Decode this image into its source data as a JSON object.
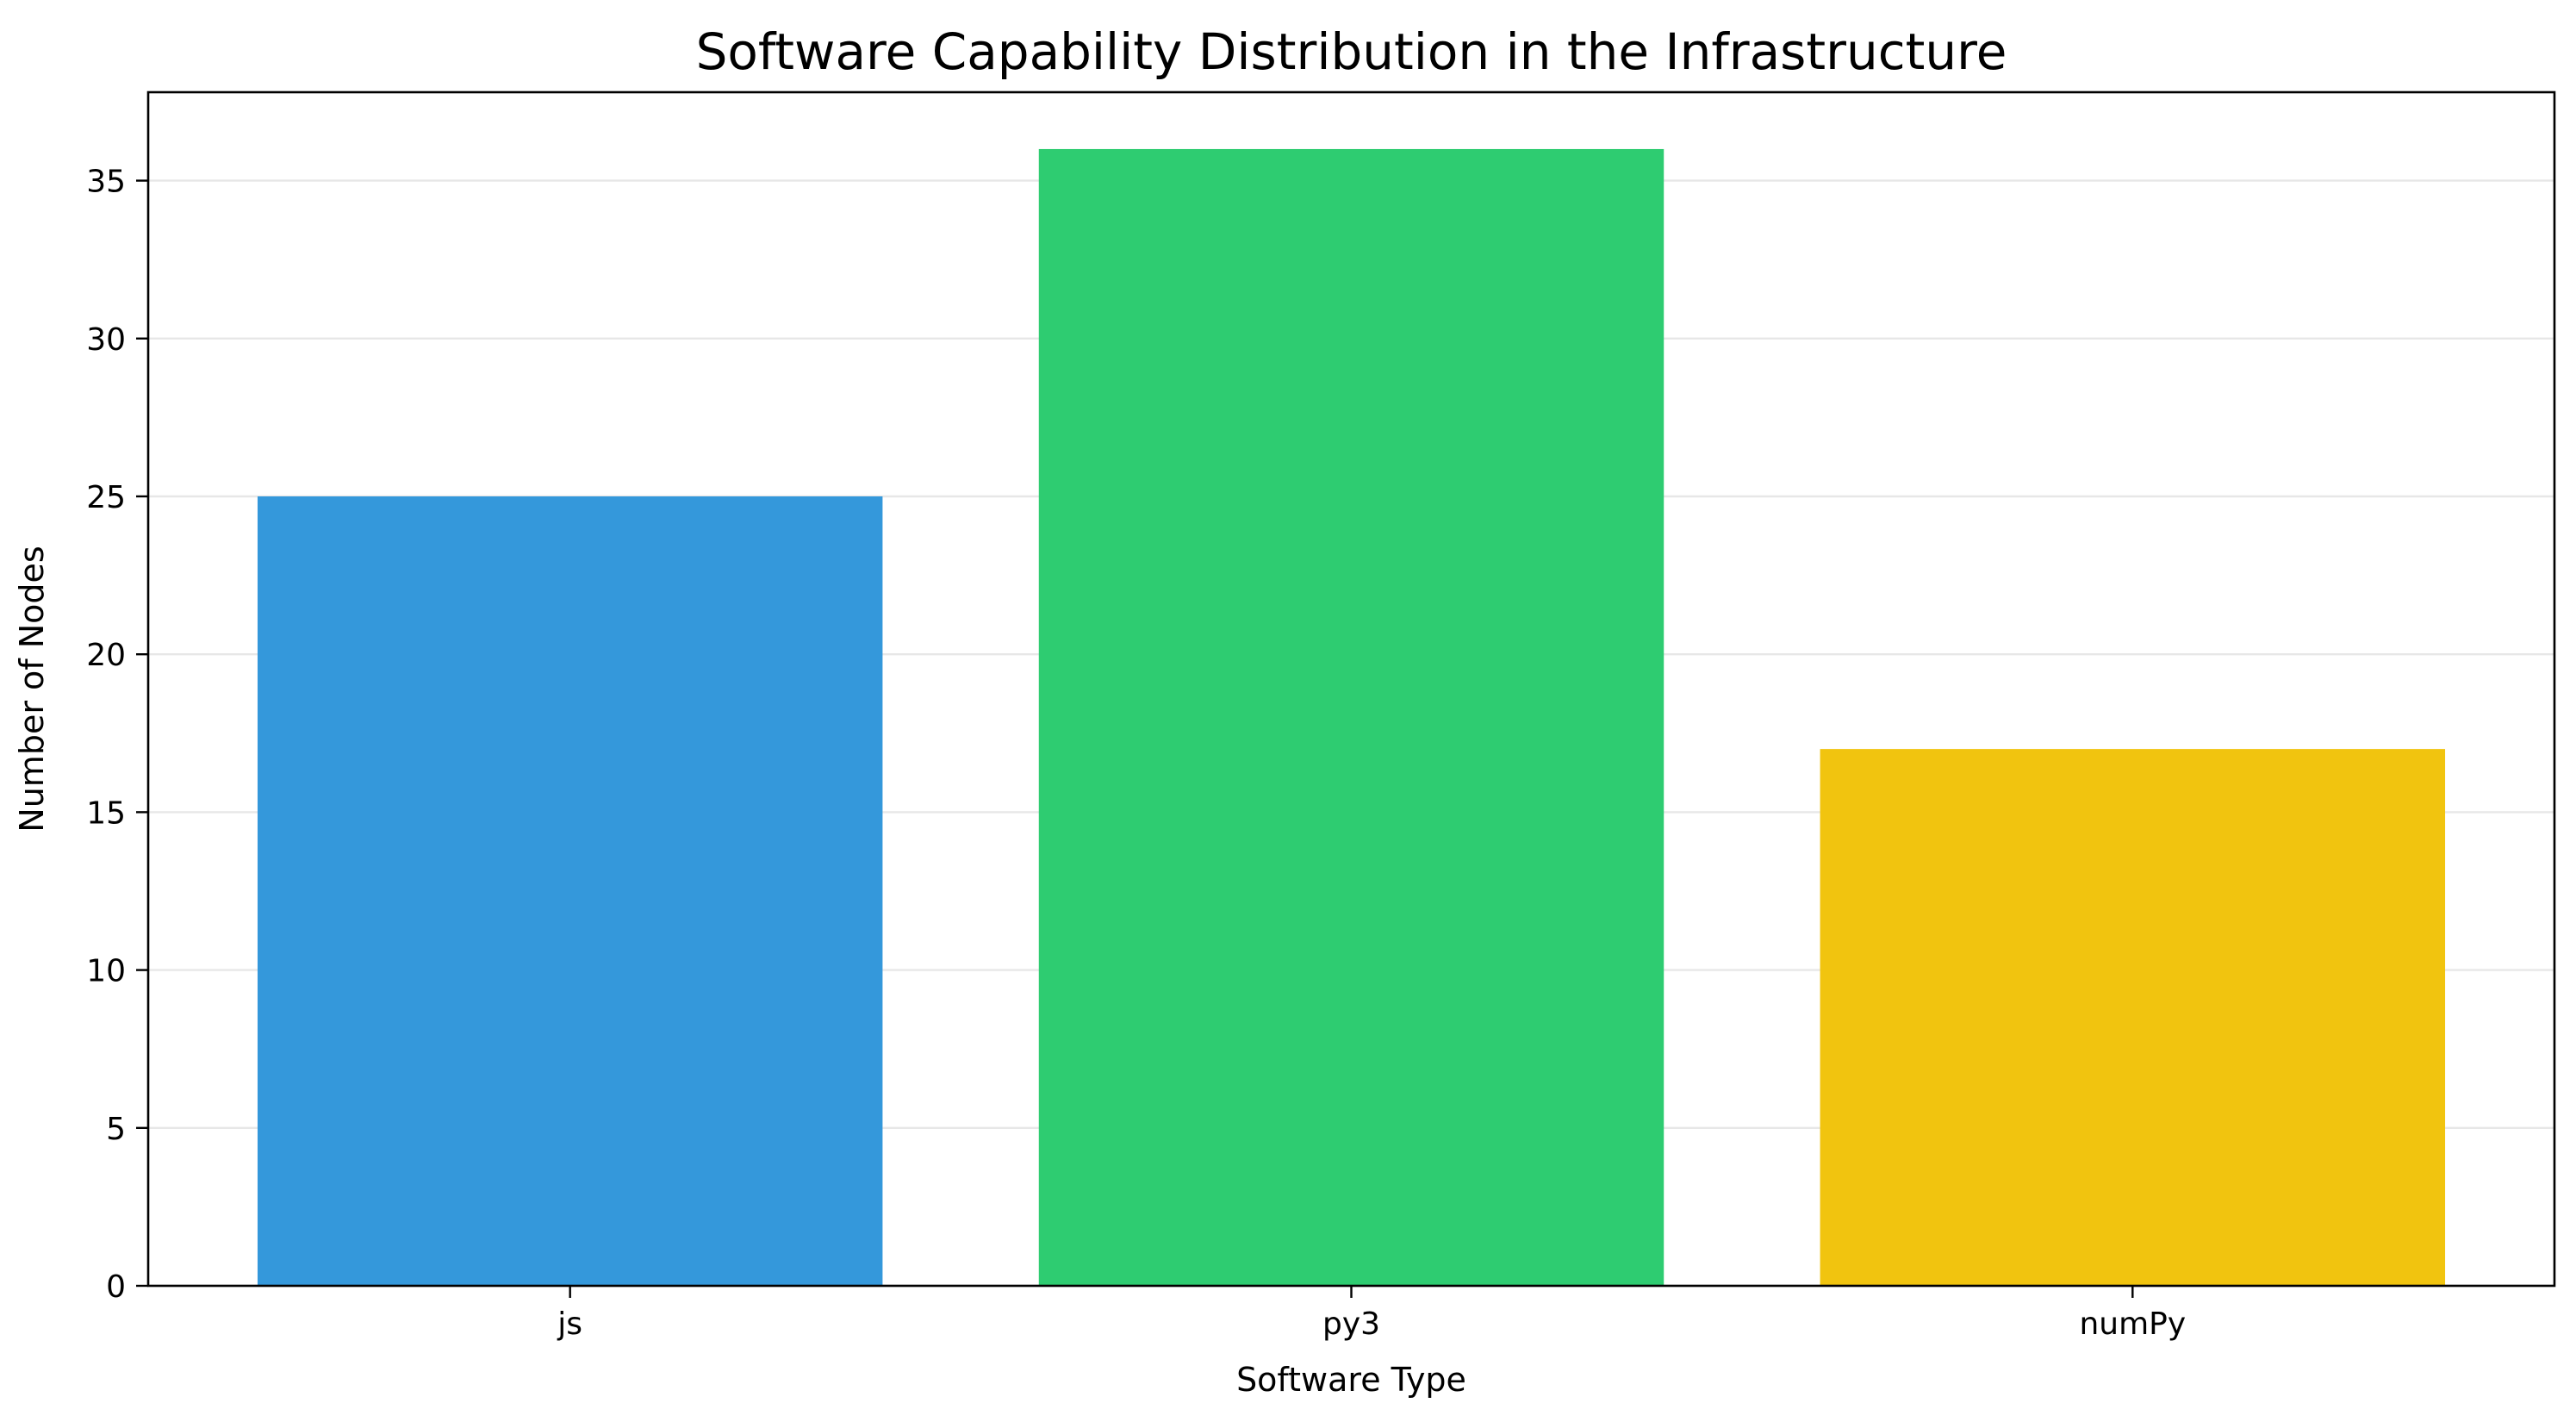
{
  "chart_data": {
    "type": "bar",
    "title": "Software Capability Distribution in the Infrastructure",
    "xlabel": "Software Type",
    "ylabel": "Number of Nodes",
    "categories": [
      "js",
      "py3",
      "numPy"
    ],
    "values": [
      25,
      36,
      17
    ],
    "colors": [
      "#3498db",
      "#2ecc71",
      "#f1c40f"
    ],
    "ylim": [
      0,
      37.8
    ],
    "yticks": [
      0,
      5,
      10,
      15,
      20,
      25,
      30,
      35
    ],
    "grid": "y-major",
    "legend": "none"
  }
}
